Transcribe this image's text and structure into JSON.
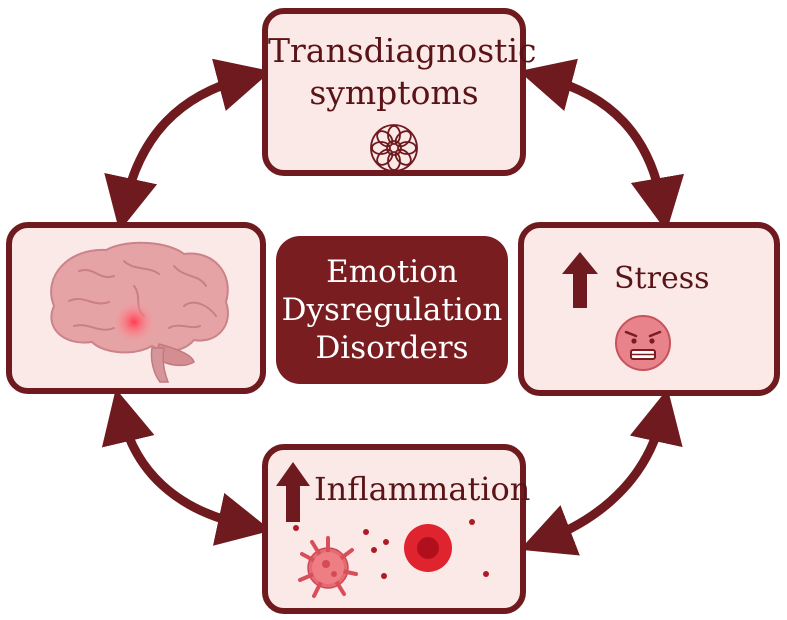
{
  "top_box": {
    "line1": "Transdiagnostic",
    "line2": "symptoms",
    "icon": "mandala-icon"
  },
  "center": {
    "line1": "Emotion",
    "line2": "Dysregulation",
    "line3": "Disorders"
  },
  "right_box": {
    "label": "Stress",
    "arrow_icon": "up-arrow-icon",
    "face_icon": "anxious-face-icon"
  },
  "bottom_box": {
    "label": "Inflammation",
    "arrow_icon": "up-arrow-icon",
    "icons": [
      "immune-cell-icon",
      "red-blood-cell-icon"
    ]
  },
  "left_box": {
    "icon": "brain-icon"
  },
  "colors": {
    "border": "#6e1a1e",
    "fill": "#fbe9e7",
    "center": "#7a1d20",
    "text": "#5a1418"
  }
}
